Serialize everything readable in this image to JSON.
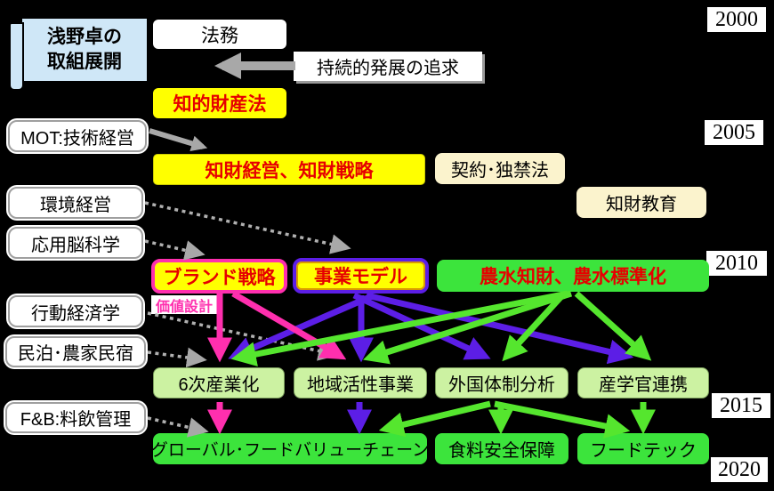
{
  "banner": {
    "line1": "浅野卓の",
    "line2": "取組展開"
  },
  "years": {
    "y2000": "2000",
    "y2005": "2005",
    "y2010": "2010",
    "y2015": "2015",
    "y2020": "2020"
  },
  "left_column": [
    "MOT:技術経営",
    "環境経営",
    "応用脳科学",
    "行動経済学",
    "民泊･農家民宿",
    "F&B:料飲管理"
  ],
  "top": {
    "homu": "法務",
    "pursuit": "持続的発展の追求",
    "ip_law": "知的財産法"
  },
  "era2005": {
    "ip_mgmt": "知財経営、知財戦略",
    "contract": "契約･独禁法",
    "ip_edu": "知財教育"
  },
  "era2010": {
    "brand": "ブランド戦略",
    "biz_model": "事業モデル",
    "nosui": "農水知財、農水標準化",
    "value_design": "価値設計"
  },
  "era2015": [
    "6次産業化",
    "地域活性事業",
    "外国体制分析",
    "産学官連携"
  ],
  "era2020": [
    "グローバル･フードバリューチェーン",
    "食料安全保障",
    "フードテック"
  ],
  "colors": {
    "background": "#000000",
    "node_yellow": "#ffff00",
    "red_text": "#e60000",
    "bright_green": "#3ce43c",
    "light_green": "#ccf2a2",
    "cream": "#fbf3cd",
    "pink_accent": "#ff2fae",
    "purple_accent": "#5c1ee6",
    "green_arrow": "#55e62e",
    "banner_blue": "#cfe7f7",
    "gray_arrow": "#a8a8a8"
  }
}
